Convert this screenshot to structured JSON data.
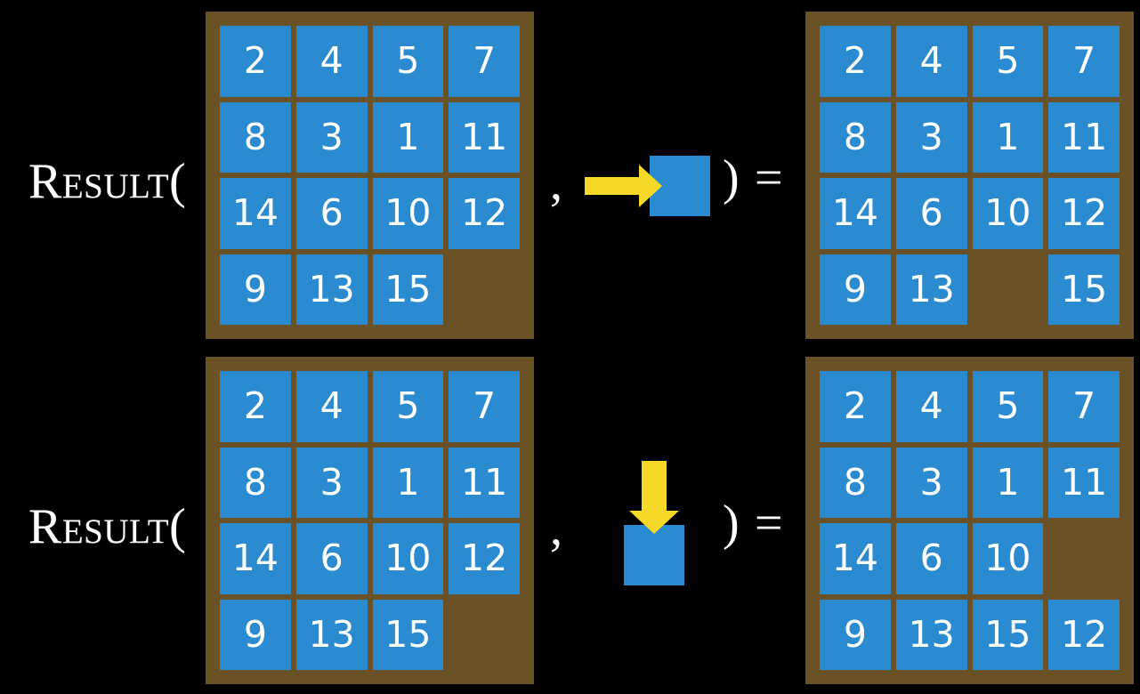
{
  "page": {
    "background": "#000000",
    "tile_color": "#2a8bd0",
    "board_color": "#6b5226",
    "arrow_color": "#f5d828",
    "text_color": "#ffffff"
  },
  "rows": [
    {
      "id": "row-move-right",
      "label": "Result(",
      "comma": ",",
      "close_paren": ")",
      "equals": "=",
      "action": {
        "name": "move-right-action",
        "direction": "right",
        "arrow_icon": "arrow-right-icon",
        "tile_icon": "blank-tile-icon"
      },
      "input_grid": {
        "name": "input-board-row1",
        "cells": [
          [
            "2",
            "4",
            "5",
            "7"
          ],
          [
            "8",
            "3",
            "1",
            "11"
          ],
          [
            "14",
            "6",
            "10",
            "12"
          ],
          [
            "9",
            "13",
            "15",
            ""
          ]
        ]
      },
      "output_grid": {
        "name": "output-board-row1",
        "cells": [
          [
            "2",
            "4",
            "5",
            "7"
          ],
          [
            "8",
            "3",
            "1",
            "11"
          ],
          [
            "14",
            "6",
            "10",
            "12"
          ],
          [
            "9",
            "13",
            "",
            "15"
          ]
        ]
      }
    },
    {
      "id": "row-move-down",
      "label": "Result(",
      "comma": ",",
      "close_paren": ")",
      "equals": "=",
      "action": {
        "name": "move-down-action",
        "direction": "down",
        "arrow_icon": "arrow-down-icon",
        "tile_icon": "blank-tile-icon"
      },
      "input_grid": {
        "name": "input-board-row2",
        "cells": [
          [
            "2",
            "4",
            "5",
            "7"
          ],
          [
            "8",
            "3",
            "1",
            "11"
          ],
          [
            "14",
            "6",
            "10",
            "12"
          ],
          [
            "9",
            "13",
            "15",
            ""
          ]
        ]
      },
      "output_grid": {
        "name": "output-board-row2",
        "cells": [
          [
            "2",
            "4",
            "5",
            "7"
          ],
          [
            "8",
            "3",
            "1",
            "11"
          ],
          [
            "14",
            "6",
            "10",
            ""
          ],
          [
            "9",
            "13",
            "15",
            "12"
          ]
        ]
      }
    }
  ]
}
